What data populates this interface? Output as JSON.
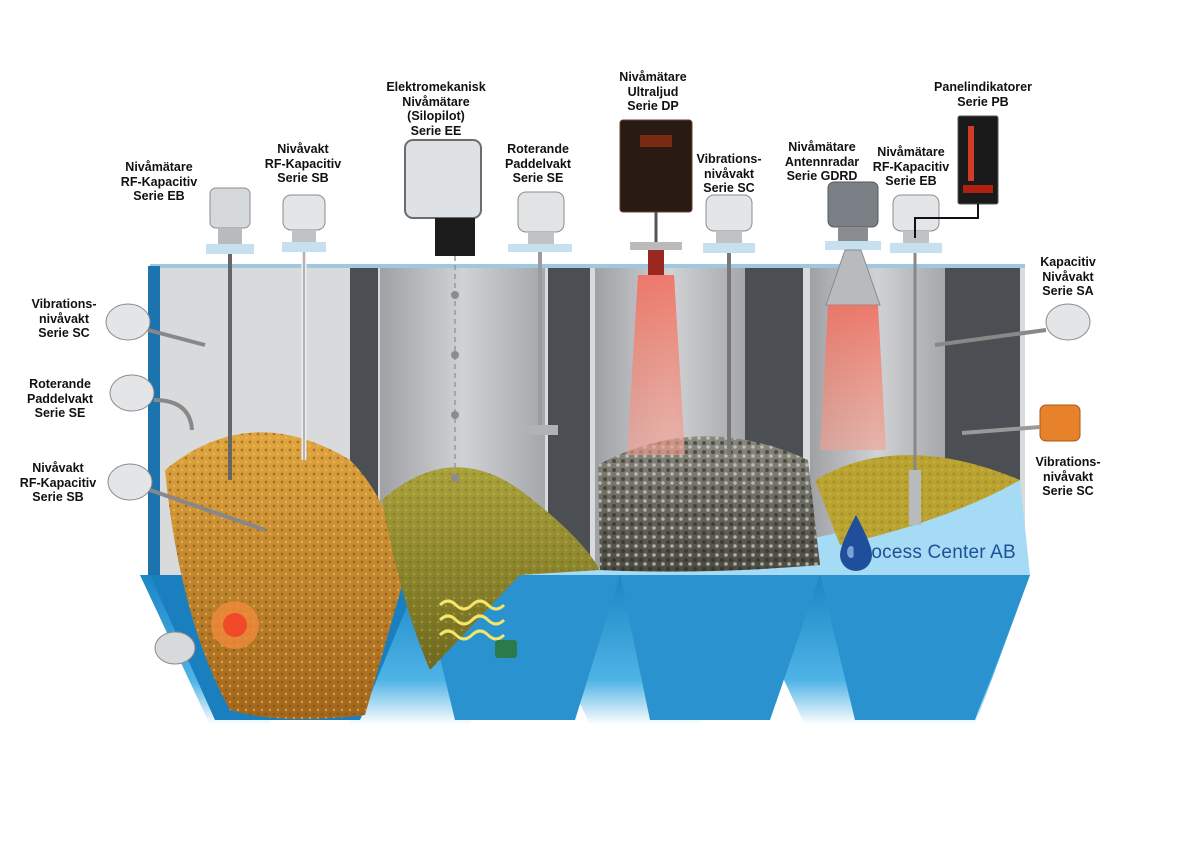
{
  "labels": {
    "ee_top_left": "Nivåmätare\nRF-Kapacitiv\nSerie EB",
    "sb_top": "Nivåvakt\nRF-Kapacitiv\nSerie SB",
    "ee": "Elektromekanisk\nNivåmätare\n(Silopilot)\nSerie EE",
    "se_top": "Roterande\nPaddelvakt\nSerie SE",
    "dp": "Nivåmätare\nUltraljud\nSerie DP",
    "sc_top": "Vibrations-\nnivåvakt\nSerie SC",
    "gdrd": "Nivåmätare\nAntennradar\nSerie GDRD",
    "eb_top_right": "Nivåmätare\nRF-Kapacitiv\nSerie EB",
    "pb": "Panelindikatorer\nSerie PB",
    "sc_left": "Vibrations-\nnivåvakt\nSerie SC",
    "se_left": "Roterande\nPaddelvakt\nSerie SE",
    "sb_left": "Nivåvakt\nRF-Kapacitiv\nSerie SB",
    "sa_right": "Kapacitiv\nNivåvakt\nSerie SA",
    "sc_right": "Vibrations-\nnivåvakt\nSerie SC"
  },
  "logo": {
    "text": "Process Center AB"
  },
  "colors": {
    "silo_blue": "#2a8fc8",
    "silo_dark": "#0f5f8f",
    "grain_gold": "#c98a2a",
    "grain_green": "#8a8a2a",
    "beam_red": "#e85a4a",
    "logo_blue": "#1f4f9a"
  }
}
